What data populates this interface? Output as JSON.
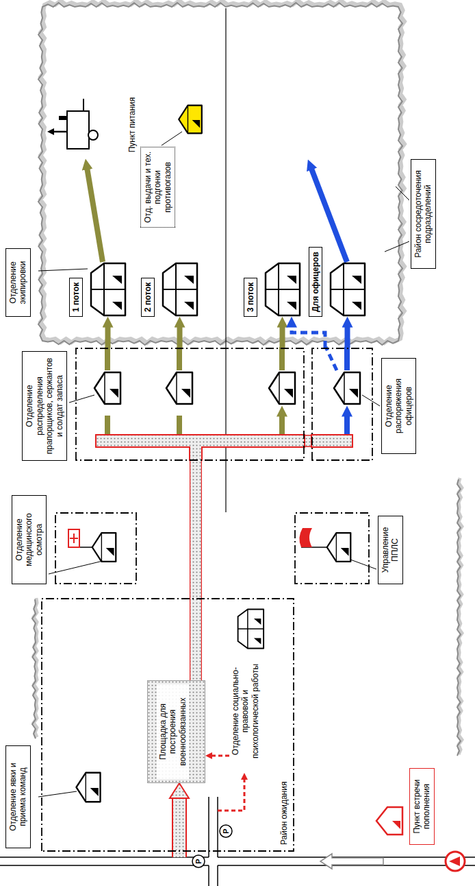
{
  "diagram": {
    "nodes": [
      {
        "text": [
          "Отделение явки и приема команд"
        ]
      },
      {
        "text": [
          "Район ожидания"
        ]
      },
      {
        "text": [
          "Площадка для построения военнообязанных"
        ],
        "in": 1
      },
      {
        "text": [
          "Отделение социально-правовой и психологической работы"
        ],
        "in": 1
      },
      {
        "text": [
          "Отделение медицинского осмотра"
        ]
      },
      {
        "text": [
          "Управление ППЛС"
        ]
      },
      {
        "text": [
          "Отделение распределения прапорщиков, сержантов и солдат запаса"
        ]
      },
      {
        "text": [
          "Отделение распоряжения офицеров"
        ]
      },
      {
        "text": [
          "Отделение экипировки"
        ]
      },
      {
        "text": [
          "1 поток"
        ]
      },
      {
        "text": [
          "2 поток"
        ]
      },
      {
        "text": [
          "3 поток"
        ]
      },
      {
        "text": [
          "Для офицеров"
        ]
      },
      {
        "text": [
          "Пункт питания"
        ]
      },
      {
        "text": [
          "Отд. выдачи и тех. подгонки противогазов"
        ]
      },
      {
        "text": [
          "Район сосредоточения подразделений"
        ]
      },
      {
        "text": [
          "Пункт встречи пополнения"
        ]
      }
    ],
    "edges": [
      {
        "from": 2,
        "to": 6,
        "arrow": "none"
      },
      {
        "from": 2,
        "to": 7,
        "arrow": "none"
      },
      {
        "from": 6,
        "to": 9,
        "arrow": "to"
      },
      {
        "from": 6,
        "to": 10,
        "arrow": "to"
      },
      {
        "from": 6,
        "to": 11,
        "arrow": "to"
      },
      {
        "from": 7,
        "to": 12,
        "arrow": "to"
      },
      {
        "from": 7,
        "to": 11,
        "arrow": "to"
      },
      {
        "from": 9,
        "to": 13,
        "arrow": "to"
      },
      {
        "from": 3,
        "to": 2,
        "arrow": "to"
      }
    ],
    "labels": [
      "Р",
      "Р"
    ]
  }
}
